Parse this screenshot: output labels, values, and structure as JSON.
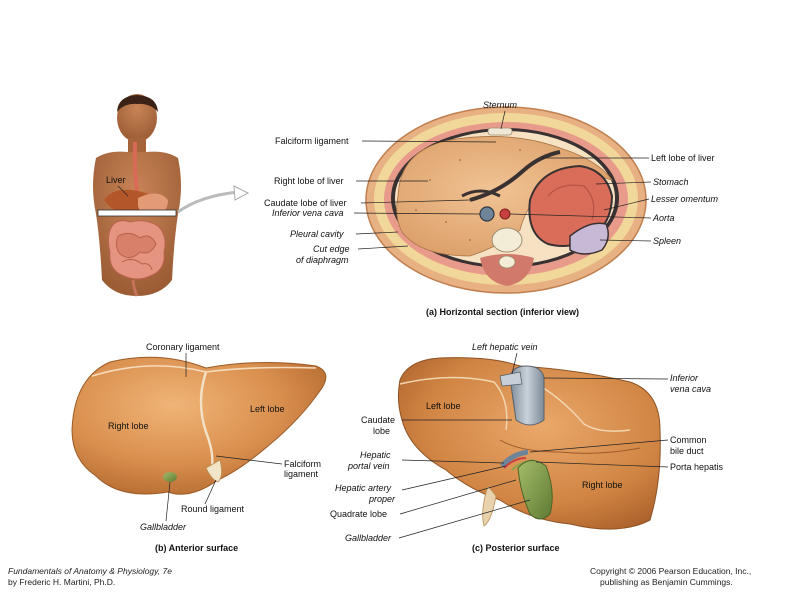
{
  "panel_a": {
    "caption": "(a) Horizontal section (inferior view)",
    "labels": {
      "liver": "Liver",
      "sternum": "Sternum",
      "falciform_ligament": "Falciform ligament",
      "right_lobe_of_liver": "Right lobe of liver",
      "caudate_lobe_of_liver": "Caudate lobe of liver",
      "inferior_vena_cava": "Inferior vena cava",
      "pleural_cavity": "Pleural cavity",
      "cut_edge_line1": "Cut edge",
      "cut_edge_line2": "of diaphragm",
      "left_lobe_of_liver": "Left lobe of liver",
      "stomach": "Stomach",
      "lesser_omentum": "Lesser omentum",
      "aorta": "Aorta",
      "spleen": "Spleen"
    }
  },
  "panel_b": {
    "caption": "(b) Anterior surface",
    "labels": {
      "coronary_ligament": "Coronary ligament",
      "right_lobe": "Right lobe",
      "left_lobe": "Left lobe",
      "falciform_line1": "Falciform",
      "falciform_line2": "ligament",
      "round_ligament": "Round ligament",
      "gallbladder": "Gallbladder"
    }
  },
  "panel_c": {
    "caption": "(c) Posterior surface",
    "labels": {
      "left_hepatic_vein": "Left hepatic vein",
      "inferior_vena_cava_line1": "Inferior",
      "inferior_vena_cava_line2": "vena cava",
      "left_lobe": "Left lobe",
      "caudate_line1": "Caudate",
      "caudate_line2": "lobe",
      "hepatic_portal_line1": "Hepatic",
      "hepatic_portal_line2": "portal vein",
      "hepatic_artery_line1": "Hepatic artery",
      "hepatic_artery_line2": "proper",
      "quadrate_lobe": "Quadrate lobe",
      "gallbladder": "Gallbladder",
      "common_bile_line1": "Common",
      "common_bile_line2": "bile duct",
      "porta_hepatis": "Porta hepatis",
      "right_lobe": "Right lobe"
    }
  },
  "footer": {
    "book_title": "Fundamentals of Anatomy & Physiology, 7e",
    "author": "by Frederic H. Martini, Ph.D.",
    "copyright": "Copyright © 2006 Pearson Education, Inc.,",
    "publisher": "publishing as Benjamin Cummings."
  },
  "colors": {
    "liver": "#d98f4e",
    "liver_dark": "#b8672c",
    "gallbladder": "#7f9a4a",
    "vena_cava": "#9aa7b4",
    "fat": "#f2d79a",
    "skin": "#a9683e"
  }
}
